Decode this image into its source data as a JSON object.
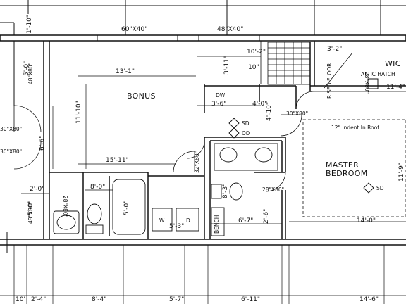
{
  "plan": {
    "rooms": {
      "bonus": "BONUS",
      "master_1": "MASTER",
      "master_2": "BEDROOM",
      "wic": "WIC"
    },
    "notes": {
      "indent": "12\" Indent In Roof",
      "attic": "ATTIC HATCH",
      "raised_floor": "RISED FLOOR",
      "bench": "BENCH",
      "dw": "DW",
      "sd": "SD",
      "co": "CO"
    },
    "windows": {
      "w_top_left": "60\"X40\"",
      "w_top_right": "48\"X40\"",
      "w_left_1": "48\"X80\"",
      "w_left_2": "48\"X80\""
    },
    "doors": {
      "d_left_1": "30\"X80\"",
      "d_left_2": "30\"X80\"",
      "d_center": "30\"X80\"",
      "d_closet": "28\"X80\"",
      "d_bath": "28\"X80\"",
      "d_bath2": "32\"X80\"",
      "d_wic": "28\"X80\""
    },
    "dimensions": {
      "d_1_10": "1'-10\"",
      "d_5_0a": "5'-0\"",
      "d_13_1": "13'-1\"",
      "d_11_10": "11'-10\"",
      "d_3_11": "3'-11\"",
      "d_10_2": "10'-2\"",
      "d_10": "10\"",
      "d_3_2": "3'-2\"",
      "d_11_4": "11'-4\"",
      "d_3_6": "3'-6\"",
      "d_4_0": "4'-0\"",
      "d_4_10": "4'-10\"",
      "d_6_6": "6'-6\"",
      "d_15_11": "15'-11\"",
      "d_2_0": "2'-0\"",
      "d_8_0": "8'-0\"",
      "d_5_0b": "5'-0\"",
      "d_5_0c": "5'-0\"",
      "d_5_3": "5'-3\"",
      "d_8_3": "8'-3\"",
      "d_6_7": "6'-7\"",
      "d_2_6": "2'-6\"",
      "d_11_9": "11'-9\"",
      "d_14_0": "14'-0\"",
      "b_10": "10'",
      "b_2_4": "2'-4\"",
      "b_8_4": "8'-4\"",
      "b_5_7": "5'-7\"",
      "b_6_11": "6'-11\"",
      "b_14_6": "14'-6\""
    },
    "appliances": {
      "w": "W",
      "d": "D"
    }
  },
  "colors": {
    "line": "#111111",
    "paper": "#ffffff"
  }
}
